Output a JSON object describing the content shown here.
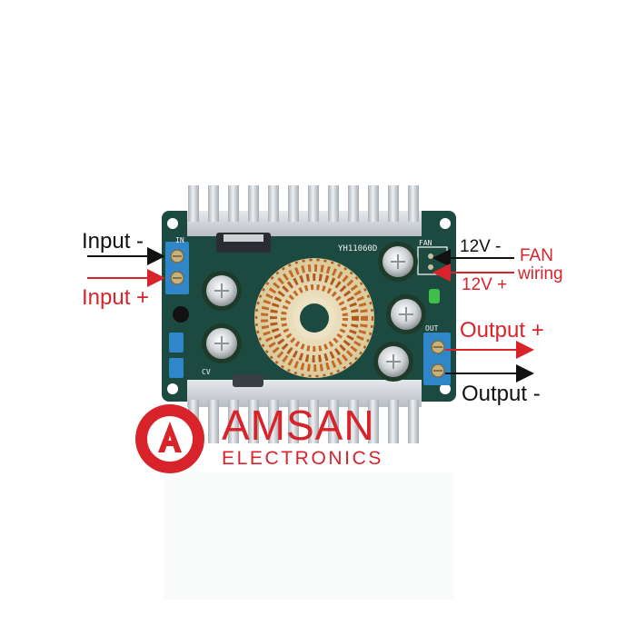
{
  "labels": {
    "input_minus": "Input -",
    "input_plus": "Input +",
    "fan_12v_minus": "12V -",
    "fan_12v_plus": "12V +",
    "fan_title": "FAN",
    "fan_wiring": "wiring",
    "output_plus": "Output +",
    "output_minus": "Output -"
  },
  "board_markings": {
    "model": "YH11060D",
    "in": "IN",
    "out": "OUT",
    "fan": "FAN",
    "cv": "CV"
  },
  "watermark": {
    "logo_letter": "A",
    "name": "AMSAN",
    "subtitle": "ELECTRONICS"
  },
  "colors": {
    "label_red": "#d8232a",
    "label_black": "#111111",
    "pcb_green": "#1d4a40",
    "terminal_blue": "#2f86c8",
    "heatsink_silver": "#d9dde1"
  },
  "icons": {
    "logo": "circle-a-logo-icon",
    "arrows": "arrow-icon"
  }
}
